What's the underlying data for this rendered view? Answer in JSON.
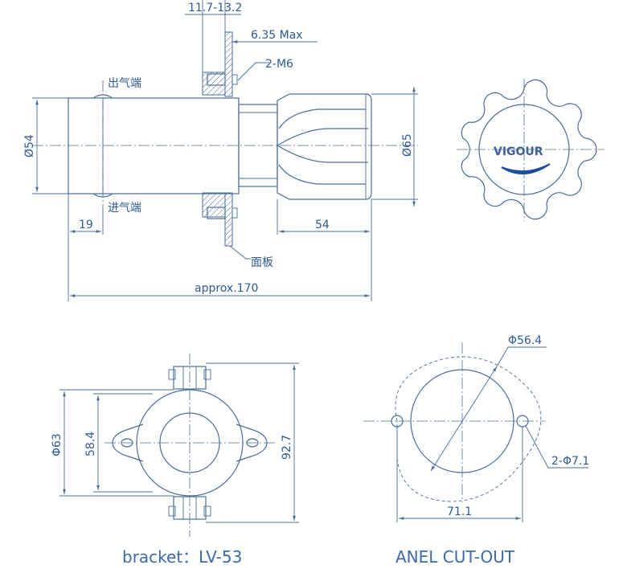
{
  "side_view": {
    "dim_top": "11.7-13.2",
    "dim_max": "6.35 Max",
    "thread": "2-M6",
    "outlet": "出气端",
    "inlet": "进气端",
    "dia_body": "Ø54",
    "dia_knob": "Ø65",
    "dim_19": "19",
    "dim_54": "54",
    "panel": "面板",
    "overall": "approx.170"
  },
  "knob": {
    "brand": "VIGOUR"
  },
  "bracket": {
    "dia_outer": "Φ63",
    "inner": "58.4",
    "height": "92.7",
    "caption": "bracket：LV-53"
  },
  "cutout": {
    "dia_hole": "Φ56.4",
    "holes": "2-Φ7.1",
    "spacing": "71.1",
    "caption": "ANEL CUT-OUT"
  }
}
